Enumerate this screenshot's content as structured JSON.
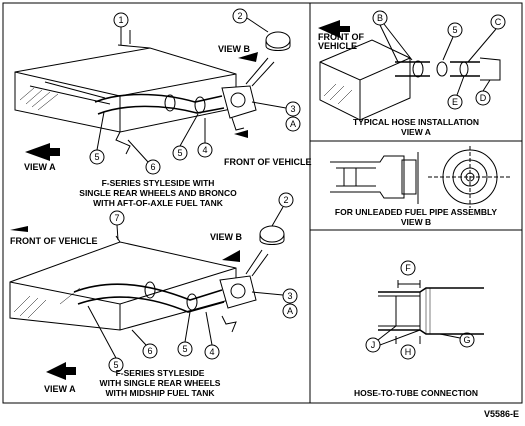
{
  "diagram_code": "V5586-E",
  "top_left": {
    "view_b": "VIEW B",
    "view_a": "VIEW A",
    "front": "FRONT OF VEHICLE",
    "caption": [
      "F-SERIES STYLESIDE WITH",
      "SINGLE REAR WHEELS AND BRONCO",
      "WITH AFT-OF-AXLE FUEL TANK"
    ],
    "callouts": [
      "1",
      "2",
      "3",
      "A",
      "4",
      "5",
      "5",
      "6"
    ]
  },
  "bottom_left": {
    "view_b": "VIEW B",
    "view_a": "VIEW A",
    "front": "FRONT OF VEHICLE",
    "caption": [
      "F-SERIES STYLESIDE",
      "WITH SINGLE REAR WHEELS",
      "WITH MIDSHIP FUEL TANK"
    ],
    "callouts": [
      "7",
      "2",
      "3",
      "A",
      "4",
      "5",
      "5",
      "6"
    ]
  },
  "view_a_panel": {
    "front": [
      "FRONT OF",
      "VEHICLE"
    ],
    "caption": [
      "TYPICAL HOSE INSTALLATION",
      "VIEW A"
    ],
    "callouts": [
      "B",
      "5",
      "C",
      "E",
      "D"
    ]
  },
  "view_b_panel": {
    "caption": [
      "FOR UNLEADED FUEL PIPE ASSEMBLY",
      "VIEW B"
    ]
  },
  "hose_panel": {
    "caption": "HOSE-TO-TUBE CONNECTION",
    "callouts": [
      "F",
      "J",
      "H",
      "G"
    ]
  }
}
